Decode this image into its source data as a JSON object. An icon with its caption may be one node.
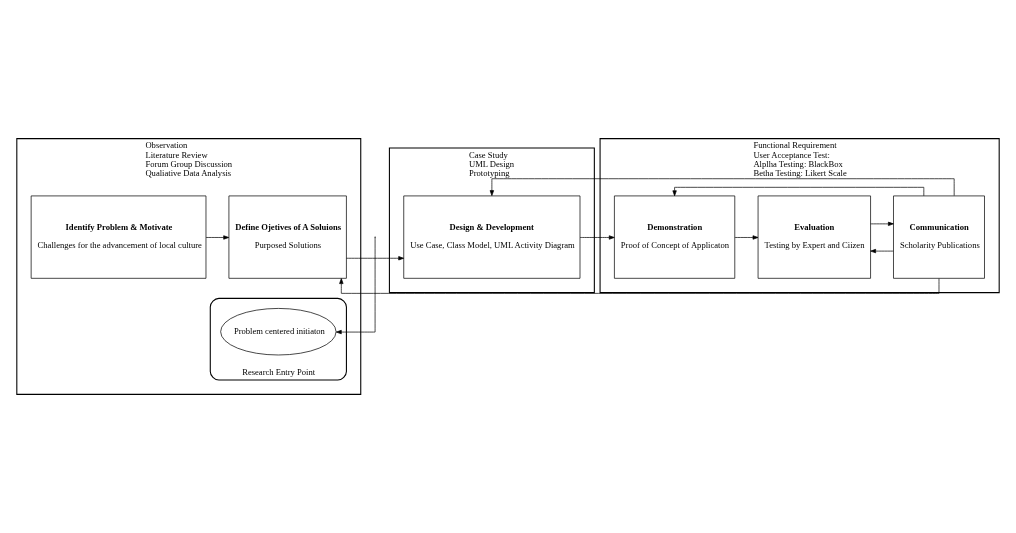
{
  "diagram": {
    "nodes": [
      {
        "text": [
          "Observation",
          "Literature Review",
          "Forum Group Discussion",
          "Qualiative Data Analysis"
        ]
      },
      {
        "text": [
          "Identify Problem & Motivate",
          "Challenges for the advancement of local culture"
        ],
        "in": 0
      },
      {
        "text": [
          "Define Ojetives of A Soluions",
          "Purposed Solutions"
        ],
        "in": 0
      },
      {
        "text": [
          "Research Entry Point"
        ],
        "in": 0
      },
      {
        "text": [
          "Problem centered initiaton"
        ],
        "in": 3
      },
      {
        "text": [
          "Case Study",
          "UML Design",
          "Prototyping"
        ]
      },
      {
        "text": [
          "Design & Development",
          "Use Case, Class Model, UML Activity Diagram"
        ],
        "in": 5
      },
      {
        "text": [
          "Functional Requirement",
          "User Acceptance Test:",
          "Alplha Testing: BlackBox",
          "Betha Testing: Likert Scale"
        ]
      },
      {
        "text": [
          "Demonstration",
          "Proof of Concept of Applicaton"
        ],
        "in": 7
      },
      {
        "text": [
          "Evaluation",
          "Testing by Expert and Ciizen"
        ],
        "in": 7
      },
      {
        "text": [
          "Communication",
          "Scholarity Publications"
        ],
        "in": 7
      }
    ],
    "edges": [
      {
        "from": 1,
        "to": 2,
        "arrow": "to"
      },
      {
        "from": 2,
        "to": 6,
        "arrow": "to"
      },
      {
        "from": 6,
        "to": 8,
        "arrow": "to"
      },
      {
        "from": 8,
        "to": 9,
        "arrow": "to"
      },
      {
        "from": 9,
        "to": 10,
        "arrow": "to"
      },
      {
        "from": 10,
        "to": 9,
        "arrow": "to"
      },
      {
        "from": 10,
        "to": 8,
        "arrow": "to"
      },
      {
        "from": 10,
        "to": 6,
        "arrow": "to"
      },
      {
        "from": 10,
        "to": 2,
        "arrow": "to"
      },
      {
        "from": null,
        "to": 4,
        "arrow": "to"
      }
    ]
  }
}
